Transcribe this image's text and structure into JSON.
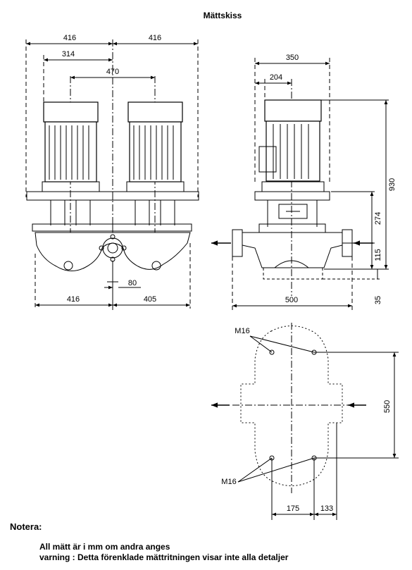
{
  "title": "Mättskiss",
  "front_view": {
    "dims": {
      "top_left_width": "416",
      "top_right_width": "416",
      "inner_left": "314",
      "motor_spacing": "470",
      "bottom_left": "416",
      "bottom_right": "405",
      "flange_gap": "80"
    }
  },
  "side_view": {
    "dims": {
      "top_width": "350",
      "offset": "204",
      "total_height": "930",
      "mid_height": "274",
      "low_height": "115",
      "base_depth": "35",
      "base_width": "500"
    }
  },
  "plan_view": {
    "bolt_label_top": "M16",
    "bolt_label_bottom": "M16",
    "dims": {
      "bolt_spacing_vertical": "550",
      "bolt_offset_left": "175",
      "bolt_offset_right": "133"
    }
  },
  "notes": {
    "heading": "Notera:",
    "lines": [
      "All mätt är i mm om andra anges",
      "varning : Detta förenklade mättritningen visar inte alla detaljer"
    ]
  }
}
